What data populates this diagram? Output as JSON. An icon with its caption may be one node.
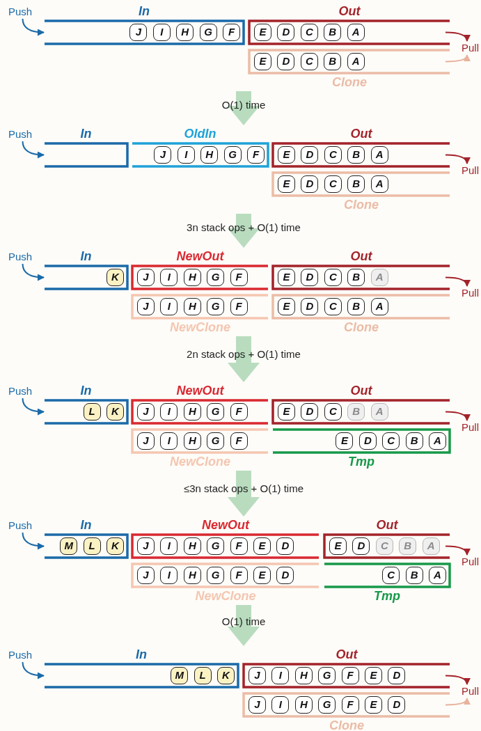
{
  "diagram": {
    "nodes": [
      {
        "text": [
          "Push"
        ]
      },
      {
        "text": [
          "In"
        ]
      },
      {
        "text": [
          "J"
        ],
        "in": 1
      },
      {
        "text": [
          "I"
        ],
        "in": 1
      },
      {
        "text": [
          "H"
        ],
        "in": 1
      },
      {
        "text": [
          "G"
        ],
        "in": 1
      },
      {
        "text": [
          "F"
        ],
        "in": 1
      },
      {
        "text": [
          "Out"
        ]
      },
      {
        "text": [
          "E"
        ],
        "in": 7
      },
      {
        "text": [
          "D"
        ],
        "in": 7
      },
      {
        "text": [
          "C"
        ],
        "in": 7
      },
      {
        "text": [
          "B"
        ],
        "in": 7
      },
      {
        "text": [
          "A"
        ],
        "in": 7
      },
      {
        "text": [
          "Clone"
        ]
      },
      {
        "text": [
          "E"
        ],
        "in": 13
      },
      {
        "text": [
          "D"
        ],
        "in": 13
      },
      {
        "text": [
          "C"
        ],
        "in": 13
      },
      {
        "text": [
          "B"
        ],
        "in": 13
      },
      {
        "text": [
          "A"
        ],
        "in": 13
      },
      {
        "text": [
          "Pull"
        ]
      },
      {
        "text": [
          "Push"
        ]
      },
      {
        "text": [
          "In"
        ]
      },
      {
        "text": [
          "OldIn"
        ]
      },
      {
        "text": [
          "J"
        ],
        "in": 22
      },
      {
        "text": [
          "I"
        ],
        "in": 22
      },
      {
        "text": [
          "H"
        ],
        "in": 22
      },
      {
        "text": [
          "G"
        ],
        "in": 22
      },
      {
        "text": [
          "F"
        ],
        "in": 22
      },
      {
        "text": [
          "Out"
        ]
      },
      {
        "text": [
          "E"
        ],
        "in": 28
      },
      {
        "text": [
          "D"
        ],
        "in": 28
      },
      {
        "text": [
          "C"
        ],
        "in": 28
      },
      {
        "text": [
          "B"
        ],
        "in": 28
      },
      {
        "text": [
          "A"
        ],
        "in": 28
      },
      {
        "text": [
          "Clone"
        ]
      },
      {
        "text": [
          "E"
        ],
        "in": 34
      },
      {
        "text": [
          "D"
        ],
        "in": 34
      },
      {
        "text": [
          "C"
        ],
        "in": 34
      },
      {
        "text": [
          "B"
        ],
        "in": 34
      },
      {
        "text": [
          "A"
        ],
        "in": 34
      },
      {
        "text": [
          "Pull"
        ]
      },
      {
        "text": [
          "Push"
        ]
      },
      {
        "text": [
          "In"
        ]
      },
      {
        "text": [
          "K"
        ],
        "in": 42
      },
      {
        "text": [
          "NewOut"
        ]
      },
      {
        "text": [
          "J"
        ],
        "in": 44
      },
      {
        "text": [
          "I"
        ],
        "in": 44
      },
      {
        "text": [
          "H"
        ],
        "in": 44
      },
      {
        "text": [
          "G"
        ],
        "in": 44
      },
      {
        "text": [
          "F"
        ],
        "in": 44
      },
      {
        "text": [
          "Out"
        ]
      },
      {
        "text": [
          "E"
        ],
        "in": 50
      },
      {
        "text": [
          "D"
        ],
        "in": 50
      },
      {
        "text": [
          "C"
        ],
        "in": 50
      },
      {
        "text": [
          "B"
        ],
        "in": 50
      },
      {
        "text": [
          "A"
        ],
        "in": 50
      },
      {
        "text": [
          "NewClone"
        ]
      },
      {
        "text": [
          "J"
        ],
        "in": 56
      },
      {
        "text": [
          "I"
        ],
        "in": 56
      },
      {
        "text": [
          "H"
        ],
        "in": 56
      },
      {
        "text": [
          "G"
        ],
        "in": 56
      },
      {
        "text": [
          "F"
        ],
        "in": 56
      },
      {
        "text": [
          "Clone"
        ]
      },
      {
        "text": [
          "E"
        ],
        "in": 62
      },
      {
        "text": [
          "D"
        ],
        "in": 62
      },
      {
        "text": [
          "C"
        ],
        "in": 62
      },
      {
        "text": [
          "B"
        ],
        "in": 62
      },
      {
        "text": [
          "A"
        ],
        "in": 62
      },
      {
        "text": [
          "Pull"
        ]
      },
      {
        "text": [
          "Push"
        ]
      },
      {
        "text": [
          "In"
        ]
      },
      {
        "text": [
          "L"
        ],
        "in": 70
      },
      {
        "text": [
          "K"
        ],
        "in": 70
      },
      {
        "text": [
          "NewOut"
        ]
      },
      {
        "text": [
          "J"
        ],
        "in": 73
      },
      {
        "text": [
          "I"
        ],
        "in": 73
      },
      {
        "text": [
          "H"
        ],
        "in": 73
      },
      {
        "text": [
          "G"
        ],
        "in": 73
      },
      {
        "text": [
          "F"
        ],
        "in": 73
      },
      {
        "text": [
          "Out"
        ]
      },
      {
        "text": [
          "E"
        ],
        "in": 79
      },
      {
        "text": [
          "D"
        ],
        "in": 79
      },
      {
        "text": [
          "C"
        ],
        "in": 79
      },
      {
        "text": [
          "B"
        ],
        "in": 79
      },
      {
        "text": [
          "A"
        ],
        "in": 79
      },
      {
        "text": [
          "NewClone"
        ]
      },
      {
        "text": [
          "J"
        ],
        "in": 85
      },
      {
        "text": [
          "I"
        ],
        "in": 85
      },
      {
        "text": [
          "H"
        ],
        "in": 85
      },
      {
        "text": [
          "G"
        ],
        "in": 85
      },
      {
        "text": [
          "F"
        ],
        "in": 85
      },
      {
        "text": [
          "Tmp"
        ]
      },
      {
        "text": [
          "E"
        ],
        "in": 91
      },
      {
        "text": [
          "D"
        ],
        "in": 91
      },
      {
        "text": [
          "C"
        ],
        "in": 91
      },
      {
        "text": [
          "B"
        ],
        "in": 91
      },
      {
        "text": [
          "A"
        ],
        "in": 91
      },
      {
        "text": [
          "Pull"
        ]
      },
      {
        "text": [
          "Push"
        ]
      },
      {
        "text": [
          "In"
        ]
      },
      {
        "text": [
          "M"
        ],
        "in": 99
      },
      {
        "text": [
          "L"
        ],
        "in": 99
      },
      {
        "text": [
          "K"
        ],
        "in": 99
      },
      {
        "text": [
          "NewOut"
        ]
      },
      {
        "text": [
          "J"
        ],
        "in": 103
      },
      {
        "text": [
          "I"
        ],
        "in": 103
      },
      {
        "text": [
          "H"
        ],
        "in": 103
      },
      {
        "text": [
          "G"
        ],
        "in": 103
      },
      {
        "text": [
          "F"
        ],
        "in": 103
      },
      {
        "text": [
          "E"
        ],
        "in": 103
      },
      {
        "text": [
          "D"
        ],
        "in": 103
      },
      {
        "text": [
          "Out"
        ]
      },
      {
        "text": [
          "E"
        ],
        "in": 111
      },
      {
        "text": [
          "D"
        ],
        "in": 111
      },
      {
        "text": [
          "C"
        ],
        "in": 111
      },
      {
        "text": [
          "B"
        ],
        "in": 111
      },
      {
        "text": [
          "A"
        ],
        "in": 111
      },
      {
        "text": [
          "NewClone"
        ]
      },
      {
        "text": [
          "J"
        ],
        "in": 117
      },
      {
        "text": [
          "I"
        ],
        "in": 117
      },
      {
        "text": [
          "H"
        ],
        "in": 117
      },
      {
        "text": [
          "G"
        ],
        "in": 117
      },
      {
        "text": [
          "F"
        ],
        "in": 117
      },
      {
        "text": [
          "E"
        ],
        "in": 117
      },
      {
        "text": [
          "D"
        ],
        "in": 117
      },
      {
        "text": [
          "Tmp"
        ]
      },
      {
        "text": [
          "C"
        ],
        "in": 125
      },
      {
        "text": [
          "B"
        ],
        "in": 125
      },
      {
        "text": [
          "A"
        ],
        "in": 125
      },
      {
        "text": [
          "Pull"
        ]
      },
      {
        "text": [
          "Push"
        ]
      },
      {
        "text": [
          "In"
        ]
      },
      {
        "text": [
          "M"
        ],
        "in": 131
      },
      {
        "text": [
          "L"
        ],
        "in": 131
      },
      {
        "text": [
          "K"
        ],
        "in": 131
      },
      {
        "text": [
          "Out"
        ]
      },
      {
        "text": [
          "J"
        ],
        "in": 135
      },
      {
        "text": [
          "I"
        ],
        "in": 135
      },
      {
        "text": [
          "H"
        ],
        "in": 135
      },
      {
        "text": [
          "G"
        ],
        "in": 135
      },
      {
        "text": [
          "F"
        ],
        "in": 135
      },
      {
        "text": [
          "E"
        ],
        "in": 135
      },
      {
        "text": [
          "D"
        ],
        "in": 135
      },
      {
        "text": [
          "Clone"
        ]
      },
      {
        "text": [
          "J"
        ],
        "in": 143
      },
      {
        "text": [
          "I"
        ],
        "in": 143
      },
      {
        "text": [
          "H"
        ],
        "in": 143
      },
      {
        "text": [
          "G"
        ],
        "in": 143
      },
      {
        "text": [
          "F"
        ],
        "in": 143
      },
      {
        "text": [
          "E"
        ],
        "in": 143
      },
      {
        "text": [
          "D"
        ],
        "in": 143
      },
      {
        "text": [
          "Pull"
        ]
      }
    ],
    "edges": [
      {
        "from": 0,
        "to": 1,
        "arrow": "to",
        "color": "#1b6aa9"
      },
      {
        "from": 7,
        "to": 19,
        "arrow": "to",
        "color": "#a3232a"
      },
      {
        "from": 13,
        "to": 19,
        "arrow": "to",
        "color": "#e8b29c"
      },
      {
        "from": 20,
        "to": 21,
        "arrow": "to",
        "color": "#1b6aa9"
      },
      {
        "from": 28,
        "to": 40,
        "arrow": "to",
        "color": "#a3232a"
      },
      {
        "from": 41,
        "to": 42,
        "arrow": "to",
        "color": "#1b6aa9"
      },
      {
        "from": 50,
        "to": 68,
        "arrow": "to",
        "color": "#a3232a"
      },
      {
        "from": 69,
        "to": 70,
        "arrow": "to",
        "color": "#1b6aa9"
      },
      {
        "from": 79,
        "to": 97,
        "arrow": "to",
        "color": "#a3232a"
      },
      {
        "from": 98,
        "to": 99,
        "arrow": "to",
        "color": "#1b6aa9"
      },
      {
        "from": 111,
        "to": 129,
        "arrow": "to",
        "color": "#a3232a"
      },
      {
        "from": 130,
        "to": 131,
        "arrow": "to",
        "color": "#1b6aa9"
      },
      {
        "from": 135,
        "to": 151,
        "arrow": "to",
        "color": "#a3232a"
      },
      {
        "from": 143,
        "to": 151,
        "arrow": "to",
        "color": "#e8b29c"
      },
      {
        "from": 13,
        "to": 22,
        "arrow": "to",
        "label": "O(1) time",
        "style": "thick",
        "color": "#b9dcbf"
      },
      {
        "from": 34,
        "to": 44,
        "arrow": "to",
        "label": "3n stack ops + O(1) time",
        "style": "thick",
        "color": "#b9dcbf"
      },
      {
        "from": 56,
        "to": 73,
        "arrow": "to",
        "label": "2n stack ops + O(1) time",
        "style": "thick",
        "color": "#b9dcbf"
      },
      {
        "from": 85,
        "to": 103,
        "arrow": "to",
        "label": "≤3n stack ops + O(1) time",
        "style": "thick",
        "color": "#b9dcbf"
      },
      {
        "from": 117,
        "to": 135,
        "arrow": "to",
        "label": "O(1) time",
        "style": "thick",
        "color": "#b9dcbf"
      }
    ]
  }
}
